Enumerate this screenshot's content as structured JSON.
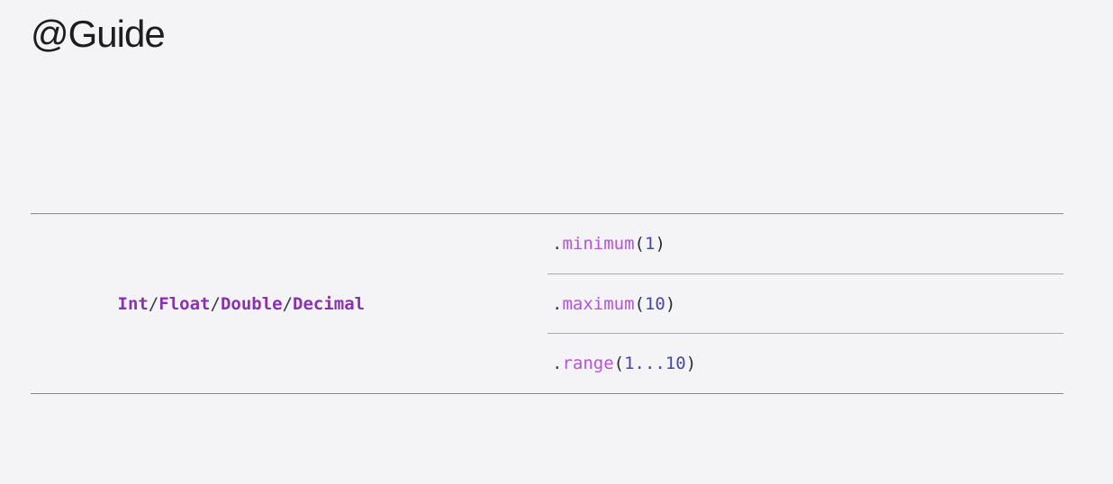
{
  "title": "@Guide",
  "types": [
    "Int",
    "Float",
    "Double",
    "Decimal"
  ],
  "type_separator": "/",
  "rules": [
    {
      "dot": ".",
      "method": "minimum",
      "open": "(",
      "args": "1",
      "close": ")"
    },
    {
      "dot": ".",
      "method": "maximum",
      "open": "(",
      "args": "10",
      "close": ")"
    },
    {
      "dot": ".",
      "method": "range",
      "open": "(",
      "args": "1...10",
      "close": ")"
    }
  ],
  "colors": {
    "background": "#f4f4f6",
    "type_keyword": "#8d2fb5",
    "method": "#b455d6",
    "number": "#4747a8"
  }
}
